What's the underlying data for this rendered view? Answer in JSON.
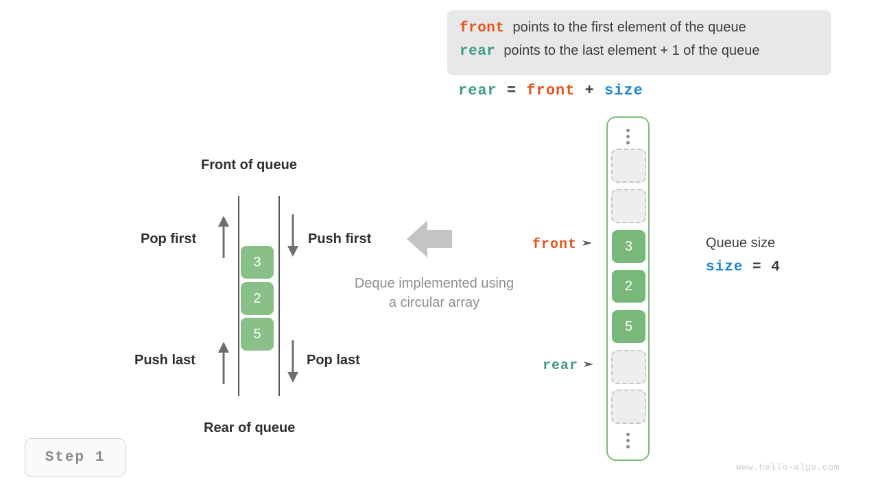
{
  "legend": {
    "lines": [
      {
        "key": "front",
        "key_color": "#e8541f",
        "text": "points to the first element of the queue"
      },
      {
        "key": "rear",
        "key_color": "#3d9a8b",
        "text": "points to the last element + 1 of the queue"
      }
    ]
  },
  "formula": {
    "lhs": "rear",
    "equals": "=",
    "rhs_a": "front",
    "plus": "+",
    "rhs_b": "size"
  },
  "deque": {
    "front_label": "Front of queue",
    "rear_label": "Rear of queue",
    "pop_first": "Pop first",
    "push_first": "Push first",
    "push_last": "Push last",
    "pop_last": "Pop last",
    "cells": [
      "3",
      "2",
      "5"
    ]
  },
  "caption": {
    "line1": "Deque implemented using",
    "line2": "a circular array"
  },
  "circular_array": {
    "slots": [
      {
        "type": "empty",
        "value": ""
      },
      {
        "type": "empty",
        "value": ""
      },
      {
        "type": "filled",
        "value": "3"
      },
      {
        "type": "filled",
        "value": "2"
      },
      {
        "type": "filled",
        "value": "5"
      },
      {
        "type": "empty",
        "value": ""
      },
      {
        "type": "empty",
        "value": ""
      }
    ],
    "front_pointer": "front",
    "rear_pointer": "rear"
  },
  "queue_size": {
    "title": "Queue size",
    "var": "size",
    "equals": "=",
    "value": "4"
  },
  "step": {
    "label": "Step 1"
  },
  "watermark": {
    "text": "www.hello-algo.com"
  },
  "colors": {
    "front": "#e8541f",
    "rear": "#3d9a8b",
    "size": "#1f86d6",
    "cell_green": "#88c088",
    "array_border": "#7dba7d",
    "muted": "#8d8d8d"
  }
}
